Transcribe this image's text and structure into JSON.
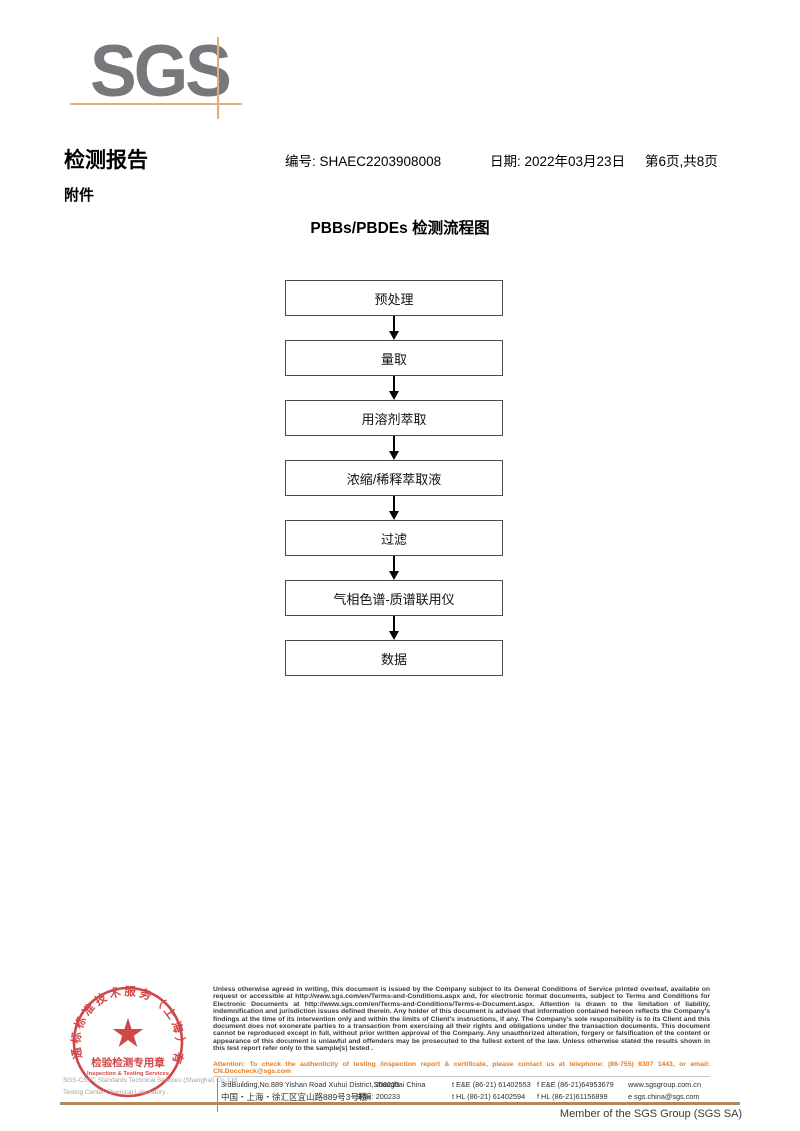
{
  "logo": {
    "text": "SGS"
  },
  "header": {
    "report_title": "检测报告",
    "report_no": "编号: SHAEC2203908008",
    "date": "日期: 2022年03月23日",
    "page_info": "第6页,共8页",
    "attachment": "附件"
  },
  "flowchart": {
    "title": "PBBs/PBDEs 检测流程图",
    "steps": [
      "预处理",
      "量取",
      "用溶剂萃取",
      "浓缩/稀释萃取液",
      "过滤",
      "气相色谱-质谱联用仪",
      "数据"
    ]
  },
  "stamp": {
    "company_cn": "通标标准技术服务（上海）有限公司",
    "seal_line1": "检验检测专用章",
    "seal_line2": "Inspection & Testing Services"
  },
  "footer": {
    "legal_text": "Unless otherwise agreed in writing, this document is issued by the Company subject to its General Conditions of Service printed overleaf, available on request or accessible at http://www.sgs.com/en/Terms-and-Conditions.aspx and, for electronic format documents, subject to Terms and Conditions for Electronic Documents at http://www.sgs.com/en/Terms-and-Conditions/Terms-e-Document.aspx. Attention is drawn to the limitation of liability, indemnification and jurisdiction issues defined therein. Any holder of this document is advised that information contained hereon reflects the Company's findings at the time of its intervention only and within the limits of Client's instructions, if any. The Company's sole responsibility is to its Client and this document does not exonerate parties to a transaction from exercising all their rights and obligations under the transaction documents. This document cannot be reproduced except in full, without prior written approval of the Company. Any unauthorized alteration, forgery or falsification of the content or appearance of this document is unlawful and offenders may be prosecuted to the fullest extent of the law. Unless otherwise stated the results shown in this test report refer only to the sample(s) tested .",
    "attention_text": "Attention: To check the authenticity of testing /inspection report & certificate, please contact us at telephone: (86-755) 8307 1443, or email: CN.Doccheck@sgs.com",
    "stamp_company_en1": "SGS-CSTC Standards Technical Services (Shanghai) Co.,Ltd.",
    "stamp_company_en2": "Testing Center-Chemical Laboratory .",
    "address_en": "3rdBuilding,No.889 Yishan Road Xuhui District,Shanghai China",
    "postcode_en": "200233",
    "address_cn": "中国・上海・徐汇区宜山路889号3号楼",
    "postcode_cn": "邮编: 200233",
    "tel1": "t E&E (86-21) 61402553",
    "fax1": "f E&E (86-21)64953679",
    "web": "www.sgsgroup.com.cn",
    "tel2": "t HL (86-21) 61402594",
    "fax2": "f HL (86-21)61156899",
    "email": "e  sgs.china@sgs.com",
    "member_text": "Member of the SGS Group (SGS SA)"
  },
  "colors": {
    "logo_gray": "#77787b",
    "crosshair_tan": "#e3ac79",
    "attention_orange": "#e87b1e",
    "stamp_red": "#cb2e2e",
    "bottom_line_tan": "#b3885a"
  }
}
